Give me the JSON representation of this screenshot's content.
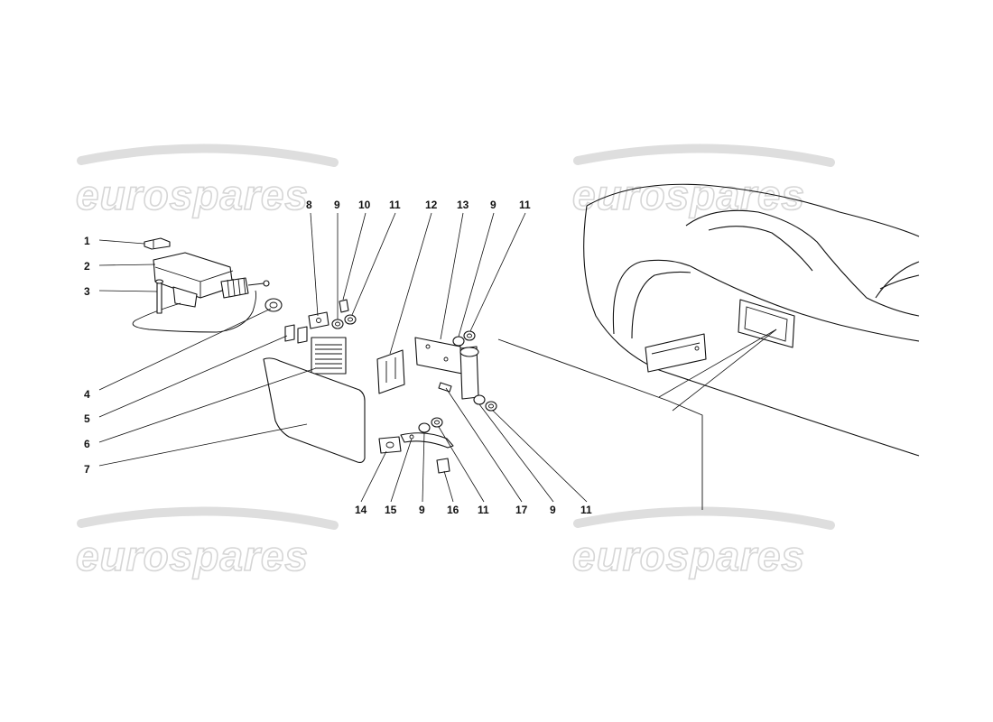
{
  "watermark": {
    "text": "eurospares"
  },
  "callouts": [
    {
      "id": "c1",
      "label": "1"
    },
    {
      "id": "c2",
      "label": "2"
    },
    {
      "id": "c3",
      "label": "3"
    },
    {
      "id": "c4",
      "label": "4"
    },
    {
      "id": "c5",
      "label": "5"
    },
    {
      "id": "c6",
      "label": "6"
    },
    {
      "id": "c7",
      "label": "7"
    },
    {
      "id": "c8",
      "label": "8"
    },
    {
      "id": "c9a",
      "label": "9"
    },
    {
      "id": "c10",
      "label": "10"
    },
    {
      "id": "c11a",
      "label": "11"
    },
    {
      "id": "c12",
      "label": "12"
    },
    {
      "id": "c13",
      "label": "13"
    },
    {
      "id": "c9b",
      "label": "9"
    },
    {
      "id": "c11b",
      "label": "11"
    },
    {
      "id": "c14",
      "label": "14"
    },
    {
      "id": "c15",
      "label": "15"
    },
    {
      "id": "c9c",
      "label": "9"
    },
    {
      "id": "c16",
      "label": "16"
    },
    {
      "id": "c11c",
      "label": "11"
    },
    {
      "id": "c17",
      "label": "17"
    },
    {
      "id": "c9d",
      "label": "9"
    },
    {
      "id": "c11d",
      "label": "11"
    }
  ]
}
